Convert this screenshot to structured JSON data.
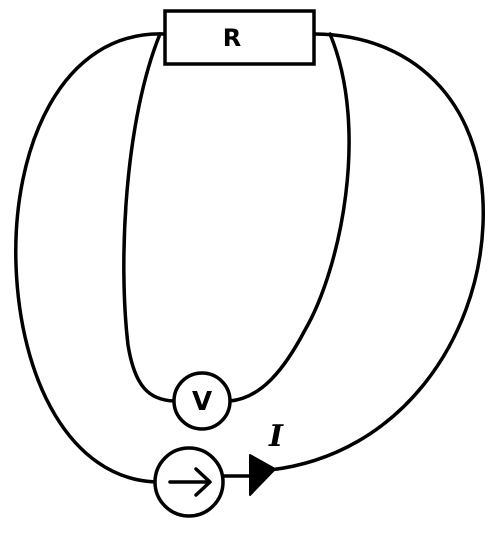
{
  "circuit": {
    "resistor": {
      "label": "R"
    },
    "voltmeter": {
      "label": "V"
    },
    "current_source": {
      "symbol": "→"
    },
    "current_label": "I"
  },
  "colors": {
    "stroke": "#000000",
    "background": "#ffffff"
  }
}
